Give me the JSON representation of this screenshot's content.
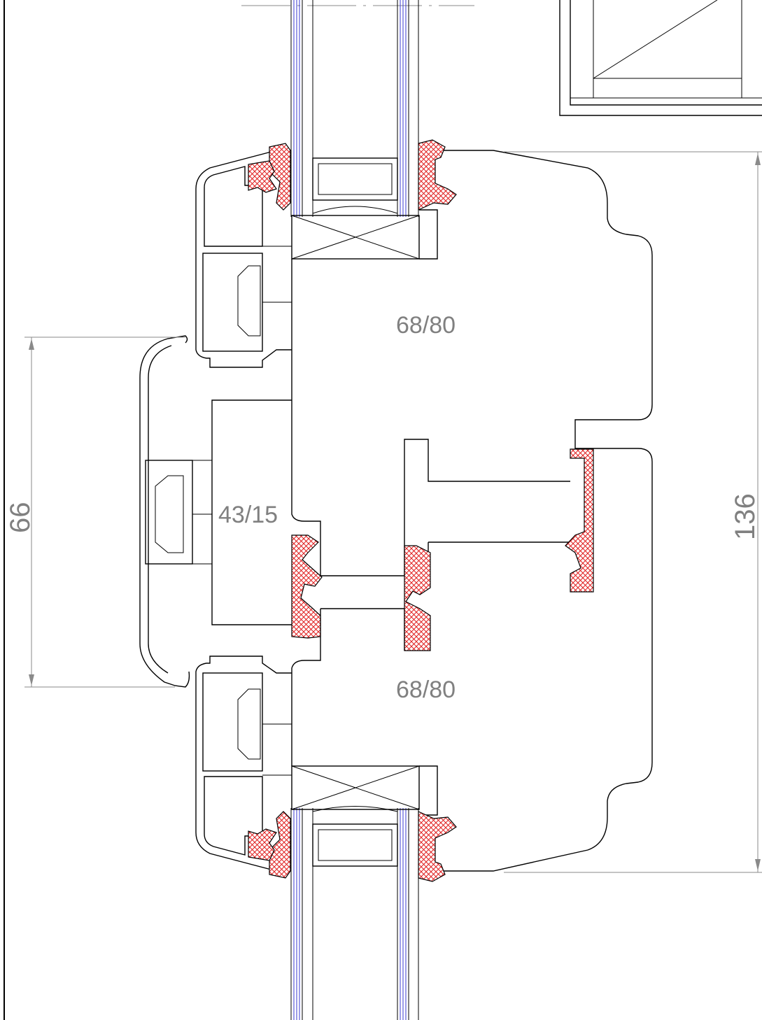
{
  "drawing": {
    "labels": {
      "sash_top": "68/80",
      "sash_bottom": "68/80",
      "mullion": "43/15",
      "dim_left": "66",
      "dim_right": "136"
    },
    "colors": {
      "outline": "#000000",
      "dimension": "#8a8a8a",
      "gasket_hatch": "#e02020",
      "glass_lines": "#3b3bd1",
      "text": "#808080"
    }
  }
}
